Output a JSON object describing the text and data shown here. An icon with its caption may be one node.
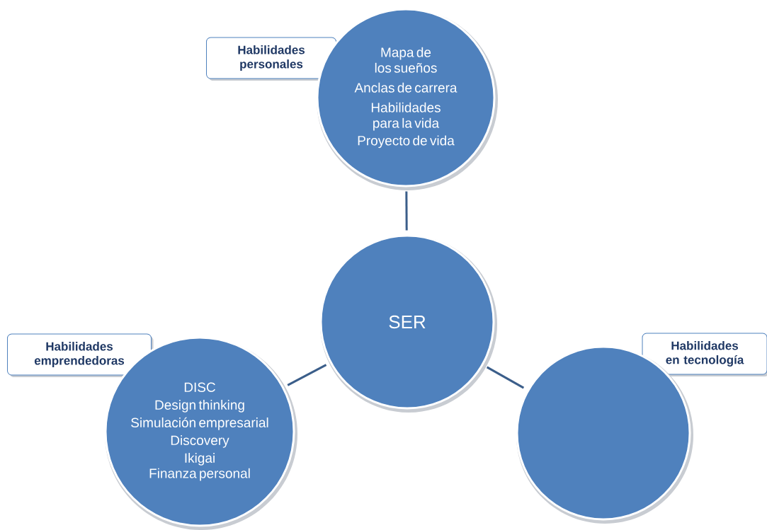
{
  "diagram": {
    "nodes": [
      {
        "text": [
          "SER"
        ]
      },
      {
        "text": [
          "Mapa de los sueños",
          "Anclas de carrera",
          "Habilidades para la vida",
          "Proyecto de vida"
        ]
      },
      {
        "text": [
          "Habilidades personales"
        ]
      },
      {
        "text": [
          "DISC",
          "Design thinking",
          "Simulación empresarial",
          "Discovery",
          "Ikigai",
          "Finanza personal"
        ]
      },
      {
        "text": [
          "Habilidades emprendedoras"
        ]
      },
      {
        "text": [],
        "shape": "circle"
      },
      {
        "text": [
          "Habilidades en tecnología"
        ]
      }
    ],
    "edges": [
      {
        "from": 0,
        "to": 1,
        "arrow": "none"
      },
      {
        "from": 0,
        "to": 3,
        "arrow": "none"
      },
      {
        "from": 0,
        "to": 5,
        "arrow": "none"
      }
    ]
  }
}
